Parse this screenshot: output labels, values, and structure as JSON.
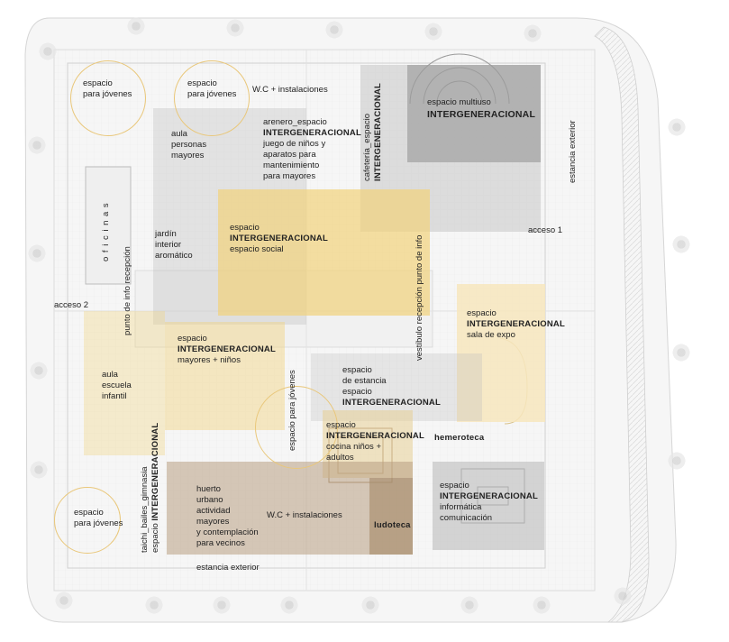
{
  "colors": {
    "yellow": "#f1d37e",
    "light_yellow": "#f7e6bd",
    "gray": "#bdbdbd",
    "dark_gray": "#8f8f8f",
    "brown": "#b89f82",
    "circle": "#e9c77a"
  },
  "labels": {
    "jovenes_tl1": "espacio\npara jóvenes",
    "jovenes_tl2": "espacio\npara jóvenes",
    "wc_top": "W.C + instalaciones",
    "aula_mayores": "aula\npersonas\nmayores",
    "arenero": "arenero_espacio",
    "arenero_bold": "INTERGENERACIONAL",
    "arenero_rest": "juego de niños y\naparatos para\nmantenimiento\npara mayores",
    "cafeteria_a": "cafetería_espacio",
    "cafeteria_b": "INTERGENERACIONAL",
    "multiuso_a": "espacio multiuso",
    "multiuso_b": "INTERGENERACIONAL",
    "estancia_ext_right": "estancia exterior",
    "oficinas": "o f i c i n a s",
    "jardin": "jardín\ninterior\naromático",
    "social_a": "espacio",
    "social_b": "INTERGENERACIONAL",
    "social_c": "espacio social",
    "acceso1": "acceso 1",
    "acceso2": "acceso 2",
    "recepcion_left": "punto de info\nrecepción",
    "vestibulo": "vestíbulo\nrecepción\npunto de info",
    "expo_a": "espacio",
    "expo_b": "INTERGENERACIONAL",
    "expo_c": "sala de expo",
    "mayores_ninos_a": "espacio",
    "mayores_ninos_b": "INTERGENERACIONAL",
    "mayores_ninos_c": "mayores + niños",
    "aula_escuela": "aula\nescuela\ninfantil",
    "estancia_a": "espacio\nde estancia\nespacio",
    "estancia_b": "INTERGENERACIONAL",
    "jovenes_center": "espacio\npara jóvenes",
    "cocina_a": "espacio",
    "cocina_b": "INTERGENERACIONAL",
    "cocina_c": "cocina niños +\nadultos",
    "hemeroteca": "hemeroteca",
    "taichi_a": "taichi_bailes_gimnasia",
    "taichi_b": "espacio ",
    "taichi_c": "INTERGENERACIONAL",
    "huerto": "huerto\nurbano\nactividad\nmayores\ny contemplación\npara vecinos",
    "wc_bottom": "W.C + instalaciones",
    "ludoteca": "ludoteca",
    "informatica_a": "espacio",
    "informatica_b": "INTERGENERACIONAL",
    "informatica_c": "informática\ncomunicación",
    "jovenes_bl": "espacio\npara jóvenes",
    "estancia_ext_bottom": "estancia exterior"
  }
}
